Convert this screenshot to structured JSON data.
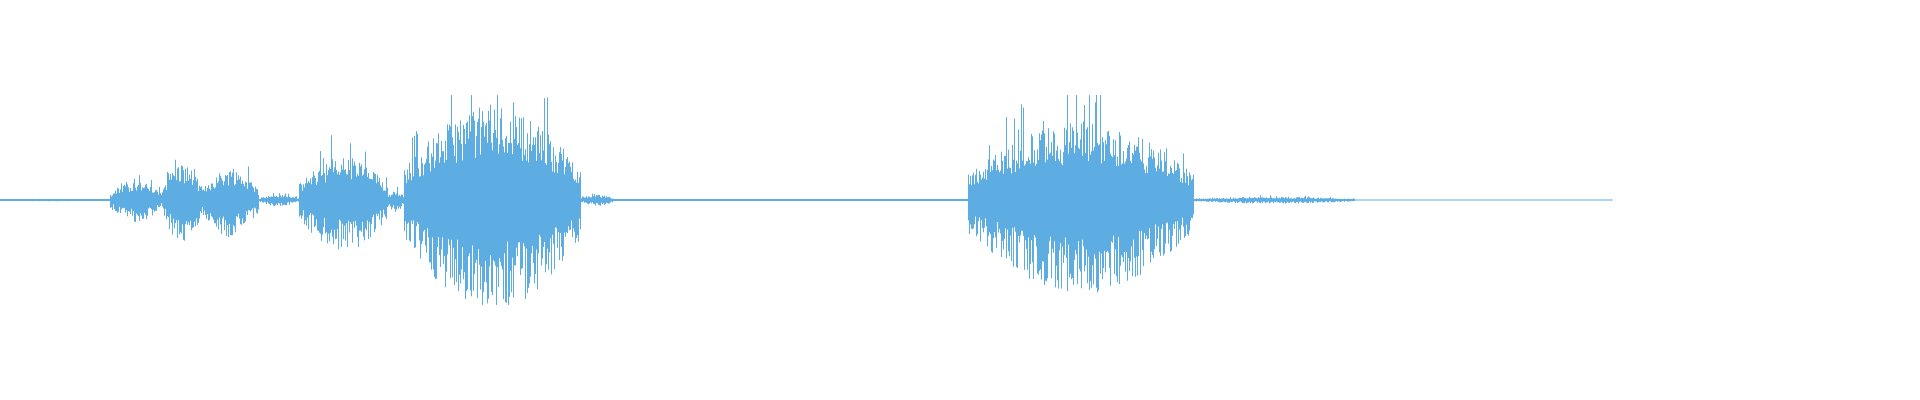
{
  "waveform": {
    "color": "#5dade2",
    "background": "#ffffff",
    "segments": [
      {
        "start": 0.0,
        "end": 0.068,
        "amp": 0.01
      },
      {
        "start": 0.068,
        "end": 0.1,
        "amp": 0.18
      },
      {
        "start": 0.1,
        "end": 0.125,
        "amp": 0.35
      },
      {
        "start": 0.125,
        "end": 0.16,
        "amp": 0.3
      },
      {
        "start": 0.16,
        "end": 0.185,
        "amp": 0.05
      },
      {
        "start": 0.185,
        "end": 0.24,
        "amp": 0.42
      },
      {
        "start": 0.24,
        "end": 0.25,
        "amp": 0.1
      },
      {
        "start": 0.25,
        "end": 0.36,
        "amp": 0.9
      },
      {
        "start": 0.36,
        "end": 0.38,
        "amp": 0.05
      },
      {
        "start": 0.38,
        "end": 0.6,
        "amp": 0.006
      },
      {
        "start": 0.6,
        "end": 0.74,
        "amp": 0.75
      },
      {
        "start": 0.74,
        "end": 0.84,
        "amp": 0.03
      },
      {
        "start": 0.84,
        "end": 1.0,
        "amp": 0.0
      }
    ]
  }
}
